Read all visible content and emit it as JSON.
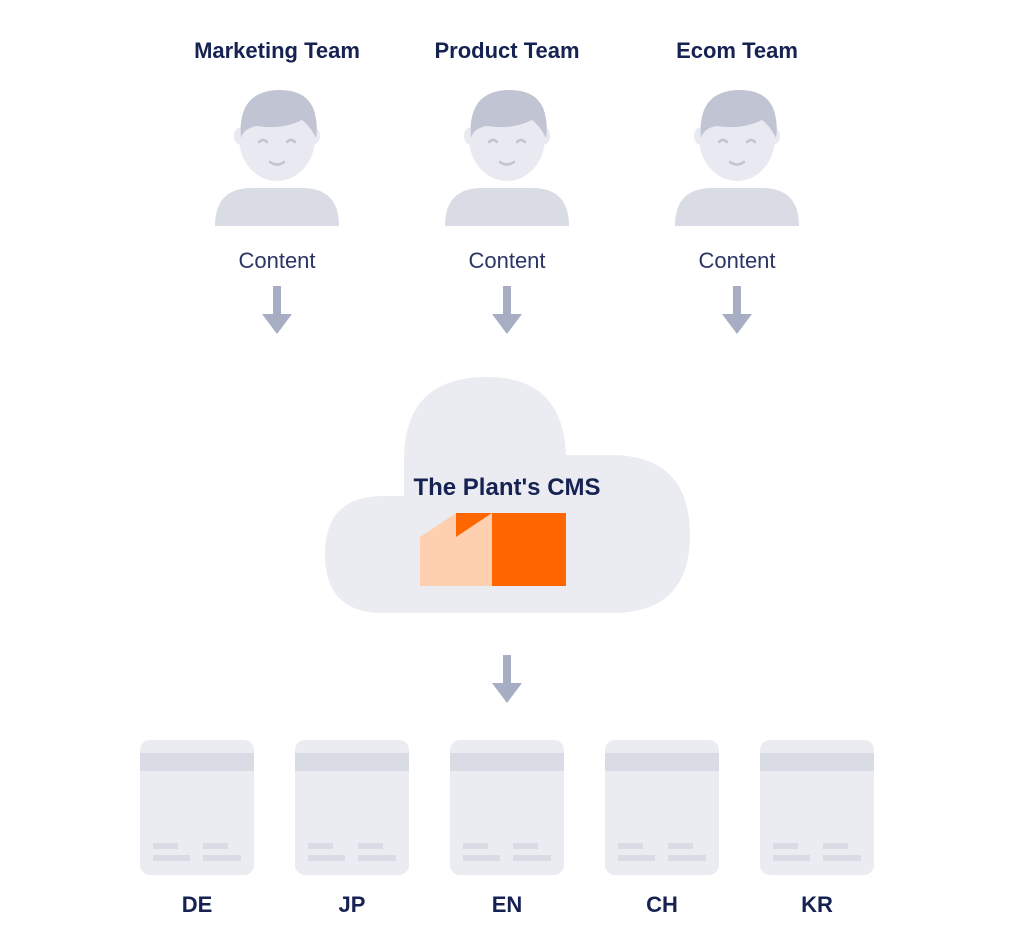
{
  "teams": [
    {
      "name": "Marketing Team",
      "content_label": "Content"
    },
    {
      "name": "Product Team",
      "content_label": "Content"
    },
    {
      "name": "Ecom Team",
      "content_label": "Content"
    }
  ],
  "cms": {
    "title": "The Plant's CMS"
  },
  "sites": [
    {
      "label": "DE"
    },
    {
      "label": "JP"
    },
    {
      "label": "EN"
    },
    {
      "label": "CH"
    },
    {
      "label": "KR"
    }
  ],
  "icons": {
    "person": "person-icon",
    "arrow": "arrow-down-icon",
    "cloud": "cloud-icon",
    "logo": "the-plant-logo",
    "site": "website-page-icon"
  },
  "colors": {
    "text_dark": "#152252",
    "avatar_face": "#e9eaf1",
    "avatar_hair": "#c1c4d3",
    "avatar_body": "#d9dbe5",
    "arrow": "#a7adc3",
    "cloud": "#ebecf2",
    "logo_orange": "#ff6600",
    "logo_peach": "#ffd0b0",
    "site_bg": "#ebecf2",
    "site_bar": "#d9dbe5"
  }
}
